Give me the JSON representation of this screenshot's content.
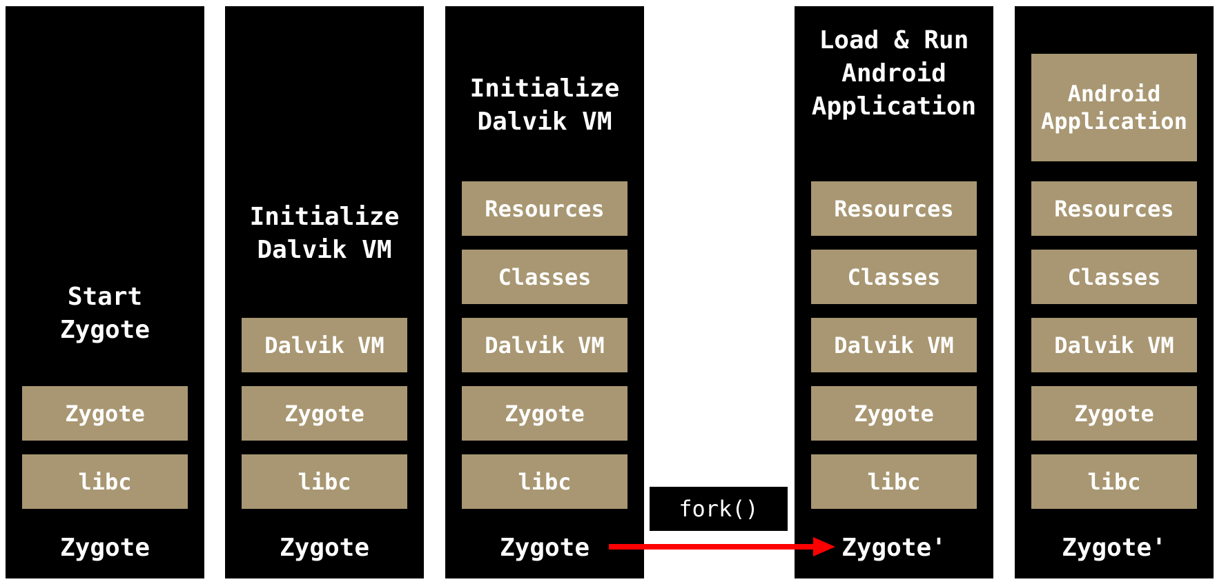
{
  "columns": [
    {
      "title": "Start\nZygote",
      "boxes": [
        "Zygote",
        "libc"
      ],
      "footer": "Zygote"
    },
    {
      "title": "Initialize\nDalvik VM",
      "boxes": [
        "Dalvik VM",
        "Zygote",
        "libc"
      ],
      "footer": "Zygote"
    },
    {
      "title": "Initialize\nDalvik VM",
      "boxes": [
        "Resources",
        "Classes",
        "Dalvik VM",
        "Zygote",
        "libc"
      ],
      "footer": "Zygote"
    },
    {
      "title": "Load & Run\nAndroid\nApplication",
      "boxes": [
        "Resources",
        "Classes",
        "Dalvik VM",
        "Zygote",
        "libc"
      ],
      "footer": "Zygote'"
    },
    {
      "title": "",
      "top_box": "Android\nApplication",
      "boxes": [
        "Resources",
        "Classes",
        "Dalvik VM",
        "Zygote",
        "libc"
      ],
      "footer": "Zygote'"
    }
  ],
  "fork_label": "fork()",
  "colors": {
    "column_bg": "#000000",
    "box_fill": "#a89772",
    "text": "#ffffff",
    "arrow": "#ff0000"
  }
}
